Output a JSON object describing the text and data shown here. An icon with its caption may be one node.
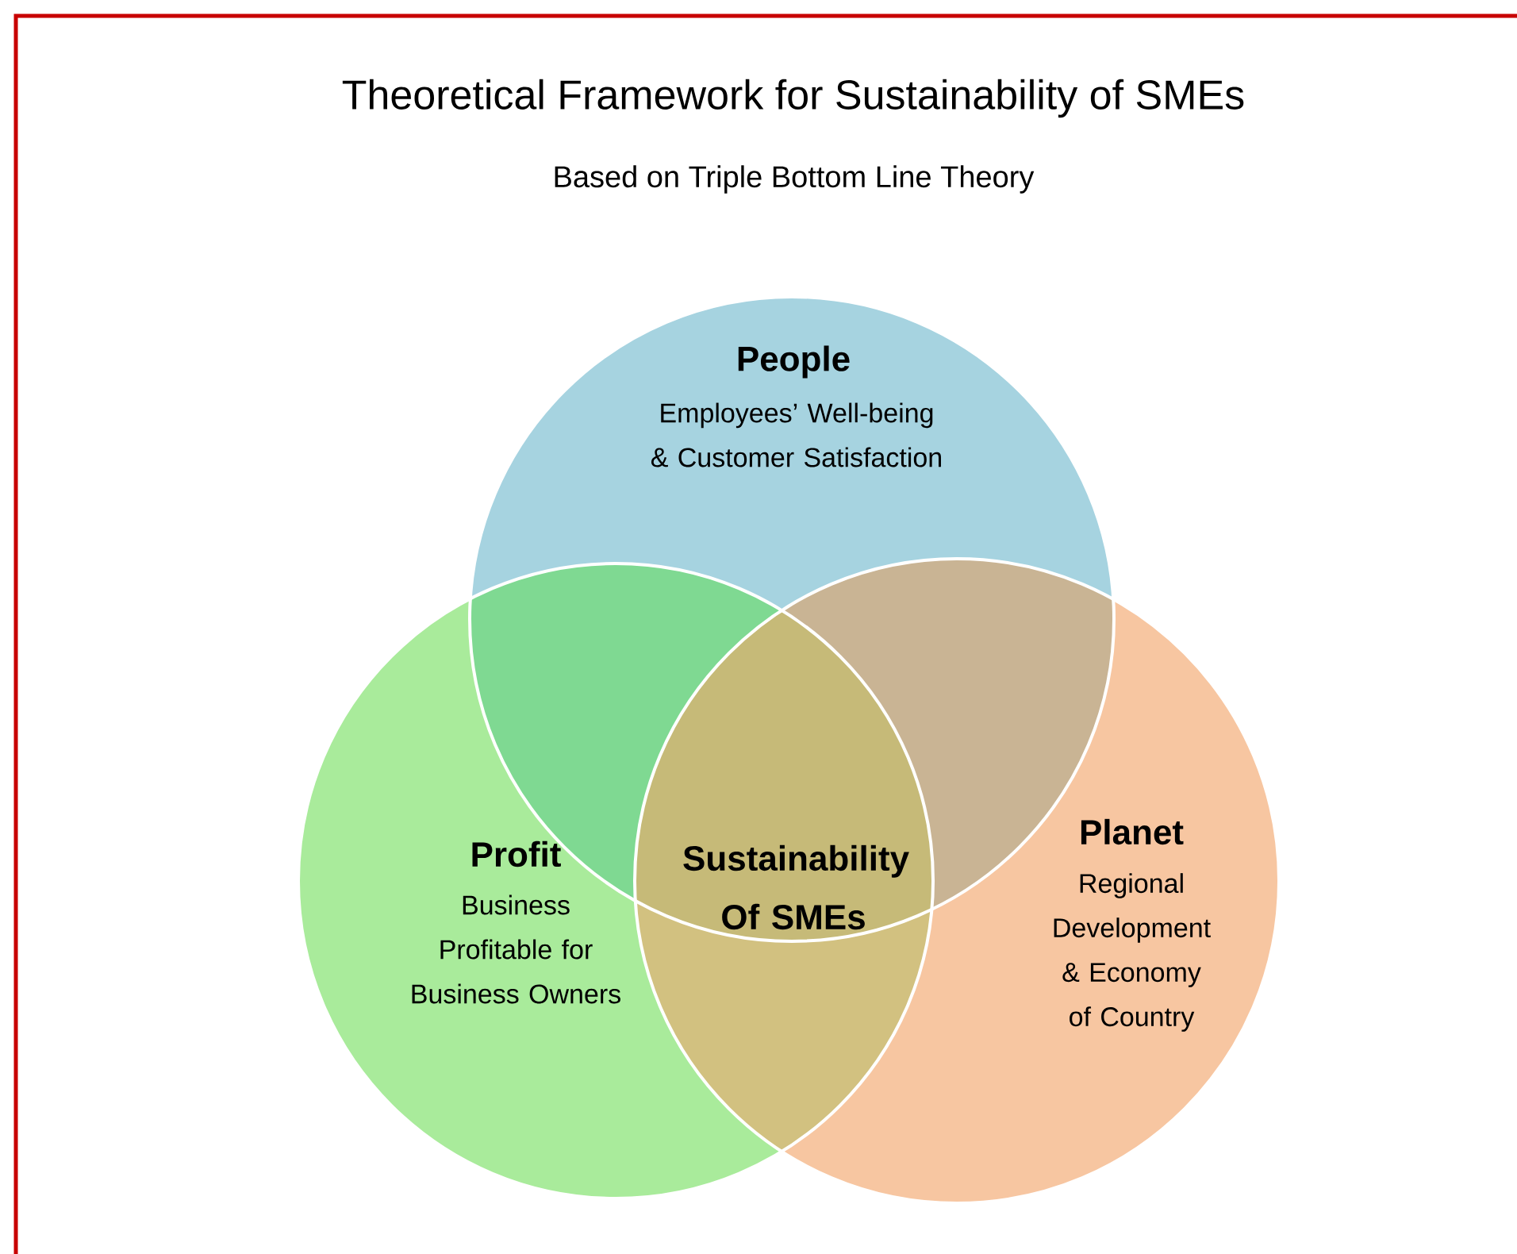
{
  "diagram": {
    "title": "Theoretical Framework for Sustainability of SMEs",
    "caption": "Based on Triple Bottom Line Theory",
    "nodes": [
      {
        "text": [
          "People",
          "Employees’ Well-being & Customer Satisfaction"
        ]
      },
      {
        "text": [
          "Profit",
          "Business Profitable for Business Owners"
        ]
      },
      {
        "text": [
          "Planet",
          "Regional Development & Economy of Country"
        ]
      },
      {
        "text": [
          "Sustainability Of SMEs"
        ]
      }
    ]
  }
}
